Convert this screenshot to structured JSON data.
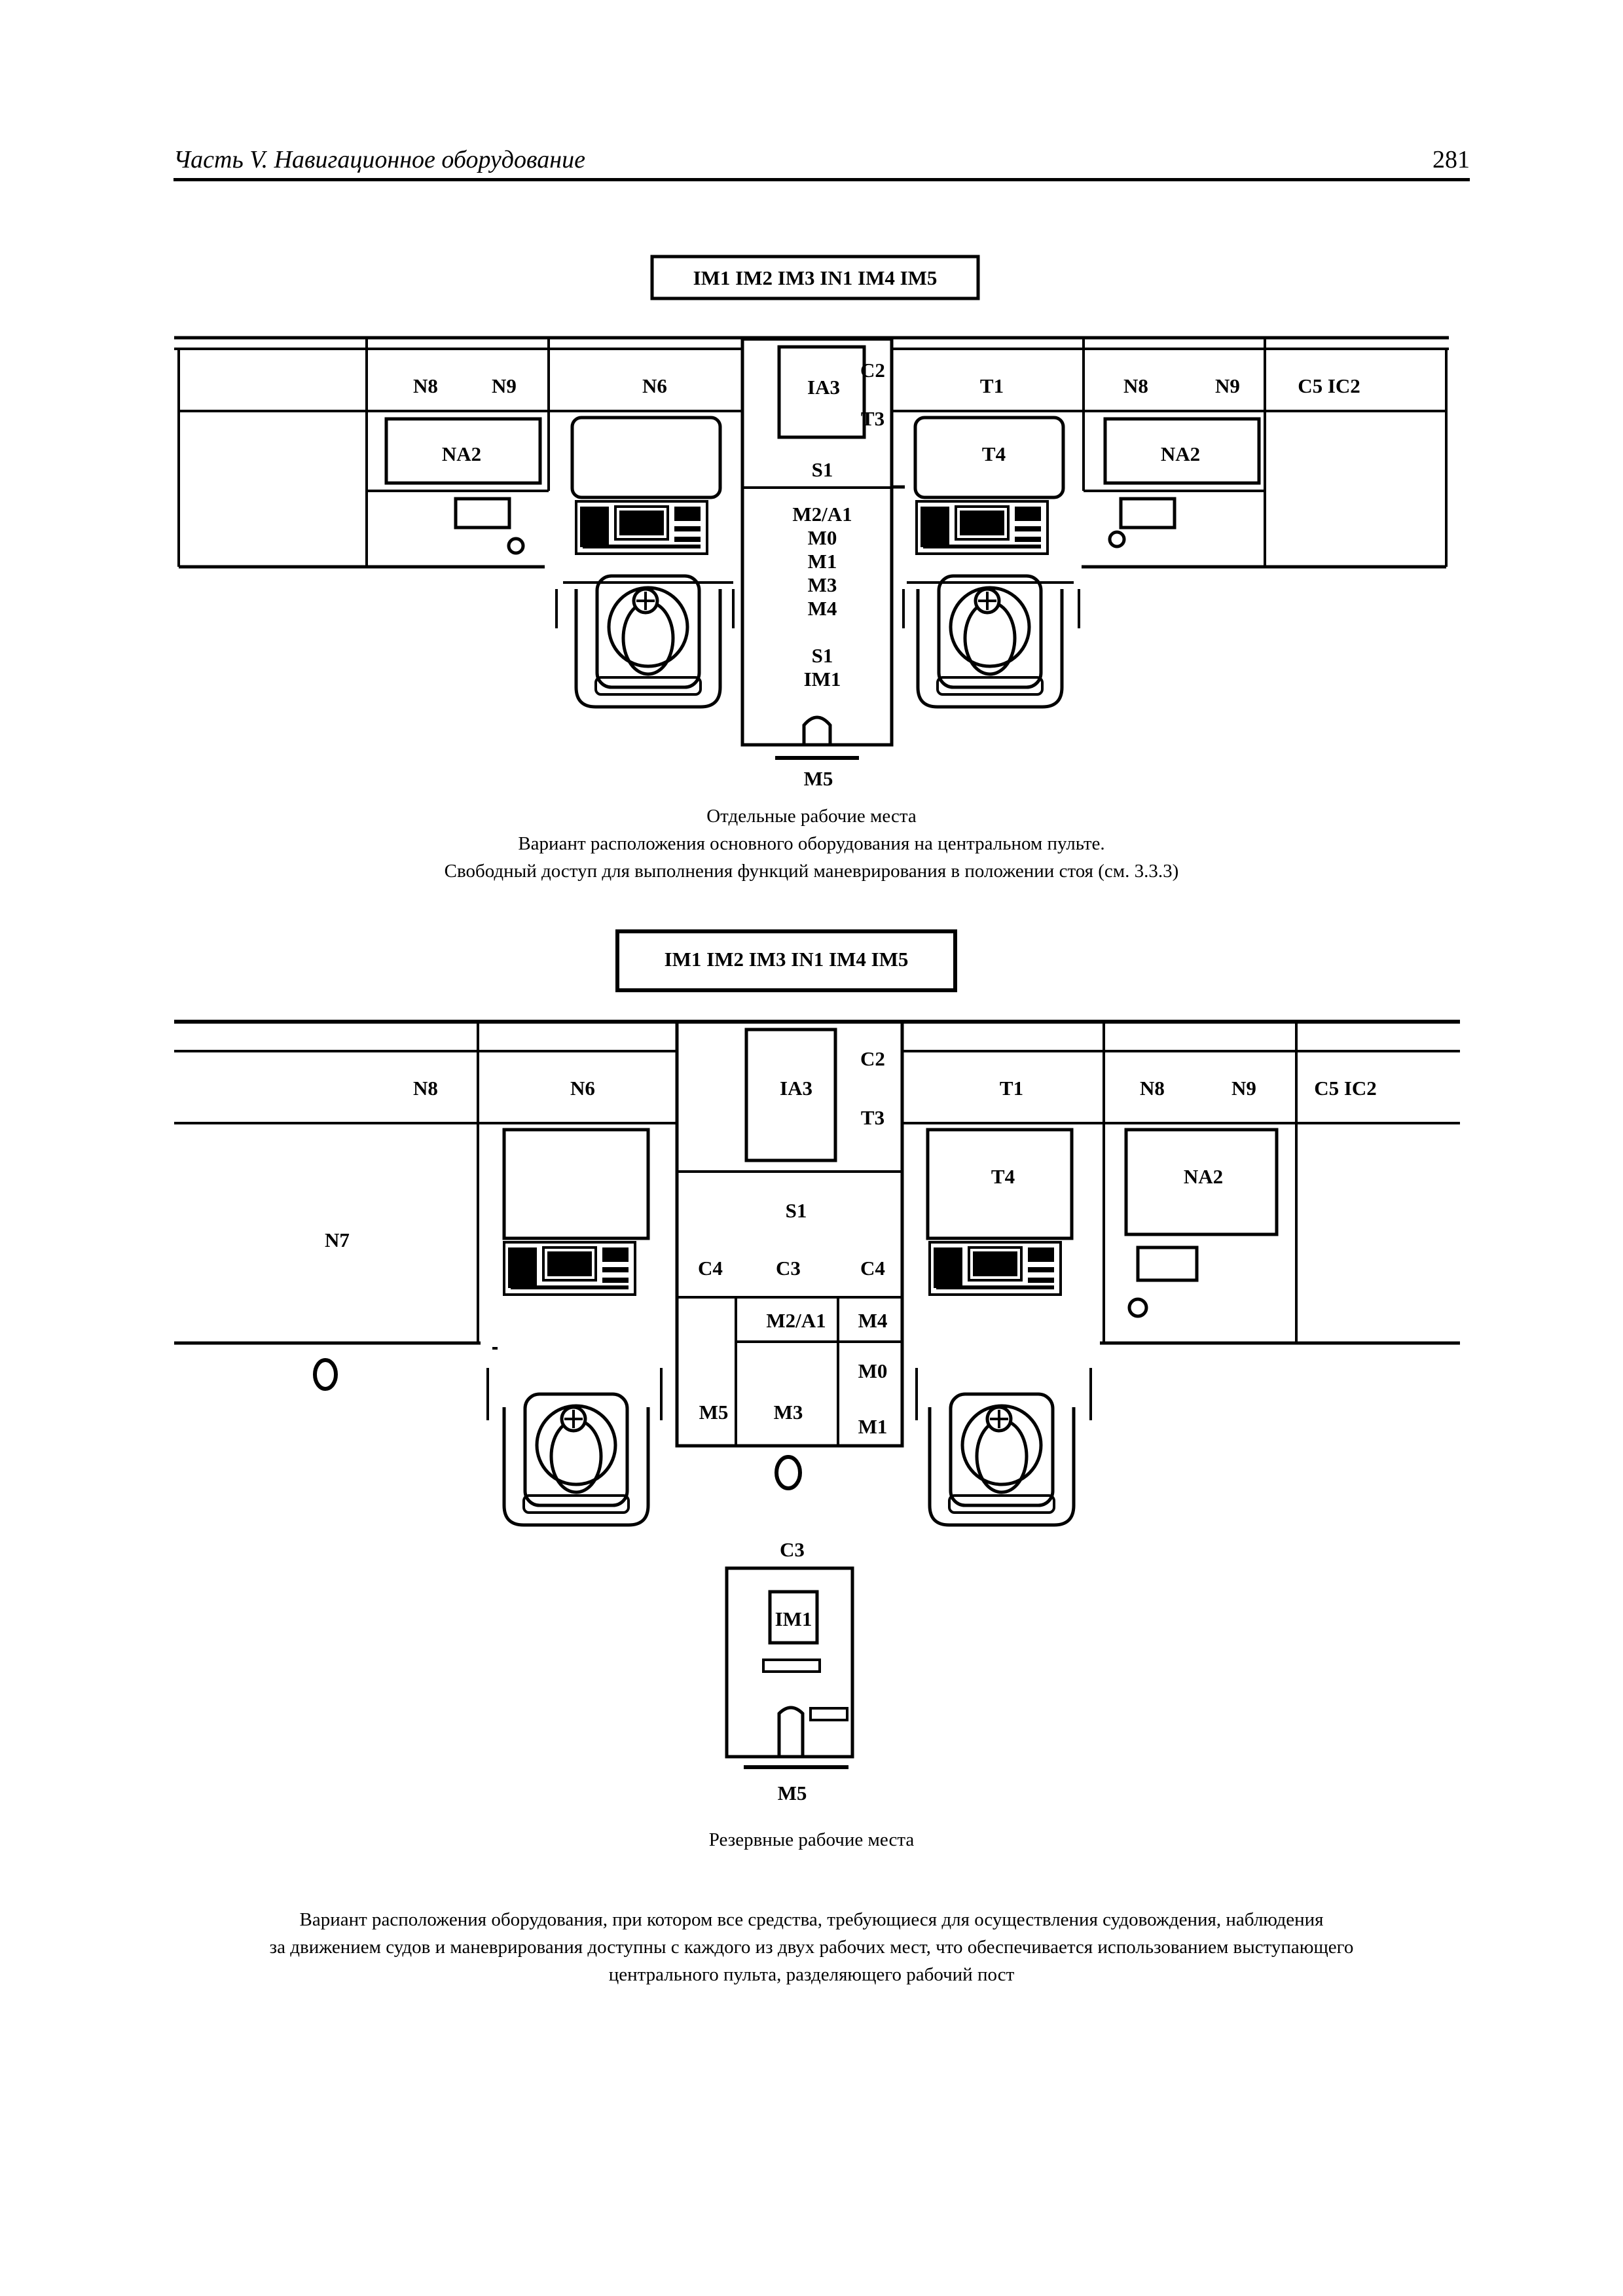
{
  "header": {
    "title": "Часть V. Навигационное оборудование",
    "page_number": "281"
  },
  "diagram1": {
    "top_label": "IM1 IM2 IM3 IN1 IM4 IM5",
    "labels": {
      "n8_left": "N8",
      "n9_left": "N9",
      "n6": "N6",
      "ia3": "IA3",
      "c2": "C2",
      "t3": "T3",
      "t1": "T1",
      "n8_right": "N8",
      "n9_right": "N9",
      "c5_ic2": "C5  IC2",
      "na2_left": "NA2",
      "t4": "T4",
      "na2_right": "NA2",
      "s1_top": "S1",
      "m2a1": "M2/A1",
      "m0": "M0",
      "m1": "M1",
      "m3": "M3",
      "m4": "M4",
      "s1_bottom": "S1",
      "im1": "IM1",
      "m5": "M5"
    },
    "caption_lines": [
      "Отдельные рабочие места",
      "Вариант расположения основного оборудования на центральном пульте.",
      "Свободный доступ для выполнения функций маневрирования в положении стоя (см. 3.3.3)"
    ]
  },
  "diagram2": {
    "top_label": "IM1 IM2 IM3 IN1 IM4 IM5",
    "labels": {
      "n8": "N8",
      "n6": "N6",
      "ia3": "IA3",
      "c2": "C2",
      "t3": "T3",
      "t1": "T1",
      "n8_right": "N8",
      "n9_right": "N9",
      "c5_ic2": "C5  IC2",
      "t4": "T4",
      "na2": "NA2",
      "n7": "N7",
      "s1": "S1",
      "c4_left": "C4",
      "c3": "C3",
      "c4_right": "C4",
      "m2a1": "M2/A1",
      "m4": "M4",
      "m5": "M5",
      "m3": "M3",
      "m0": "M0",
      "m1": "M1",
      "c3_bottom": "C3",
      "im1": "IM1",
      "m5_bottom": "M5"
    },
    "caption": "Резервные рабочие места"
  },
  "footer_caption_lines": [
    "Вариант расположения оборудования, при котором все средства, требующиеся для осуществления судовождения, наблюдения",
    "за движением судов и маневрирования доступны с каждого из двух рабочих мест, что обеспечивается использованием выступающего",
    "центрального пульта, разделяющего рабочий пост"
  ]
}
